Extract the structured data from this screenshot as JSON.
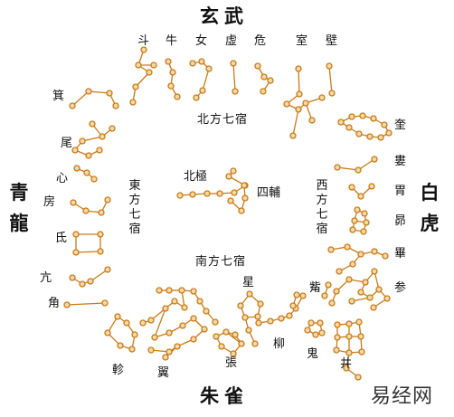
{
  "directions": {
    "north": "玄武",
    "south": "朱雀",
    "east": "青龍",
    "west": "白虎"
  },
  "quarter_labels": {
    "north": "北方七宿",
    "south": "南方七宿",
    "east": "東方七宿",
    "west": "西方七宿"
  },
  "center": {
    "pole": "北極",
    "assist": "四輔"
  },
  "mansions": {
    "north": [
      "斗",
      "牛",
      "女",
      "虛",
      "危",
      "室",
      "壁"
    ],
    "west": [
      "奎",
      "婁",
      "胃",
      "昴",
      "畢",
      "参"
    ],
    "south": [
      "觜",
      "井",
      "鬼",
      "柳",
      "星",
      "張",
      "翼",
      "軫"
    ],
    "east": [
      "箕",
      "尾",
      "心",
      "房",
      "氐",
      "亢",
      "角"
    ]
  },
  "watermark": "易经网",
  "colors": {
    "star_fill": "#F5D9A8",
    "star_stroke": "#C87A18",
    "line": "#C87A18",
    "text": "#111111"
  }
}
